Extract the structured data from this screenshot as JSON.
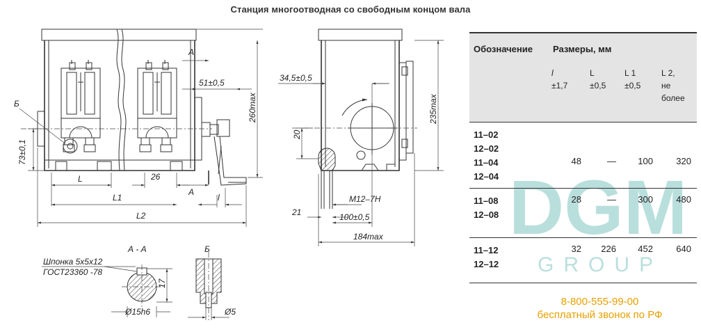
{
  "title": "Станция многоотводная со свободным концом вала",
  "table": {
    "col_designation": "Обозначение",
    "col_sizes": "Размеры, мм",
    "subheaders": [
      {
        "name": "l",
        "tol": "±1,7"
      },
      {
        "name": "L",
        "tol": "±0,5"
      },
      {
        "name": "L 1",
        "tol": "±0,5"
      },
      {
        "name": "L 2,",
        "tol": "не более"
      }
    ],
    "rows": [
      {
        "codes": [
          "11–02",
          "12–02",
          "11–04",
          "12–04"
        ],
        "l": "48",
        "L": "—",
        "L1": "100",
        "L2": "320"
      },
      {
        "codes": [
          "11–08",
          "12–08"
        ],
        "l": "28",
        "L": "—",
        "L1": "300",
        "L2": "480"
      },
      {
        "codes": [
          "11–12",
          "12–12"
        ],
        "l": "32",
        "L": "226",
        "L1": "452",
        "L2": "640"
      }
    ]
  },
  "drawing_labels": {
    "b_left": "Б",
    "dim_73": "73±0,1",
    "a_top": "А",
    "a_bottom": "А",
    "dim_51": "51±0,5",
    "dim_260": "260max",
    "dim_L": "L",
    "dim_26": "26",
    "dim_L1": "L1",
    "dim_l": "l",
    "dim_L2": "L2",
    "dim_345": "34,5±0,5",
    "dim_235": "235max",
    "dim_20": "20",
    "dim_21": "21",
    "dim_m12": "M12–7H",
    "dim_100": "100±0,5",
    "dim_184": "184max",
    "section_aa": "А - А",
    "key_line1": "Шпонка 5х5х12",
    "key_line2": "ГОСТ23360 -78",
    "dim_17": "17",
    "dim_15h6": "Ø15h6",
    "section_b": "Б",
    "dim_5": "Ø5"
  },
  "watermark": {
    "big": "DGM",
    "small": "GROUP",
    "color": "#3aa6a0"
  },
  "contact": {
    "phone": "8-800-555-99-00",
    "note": "бесплатный звонок по РФ",
    "color": "#e6a000"
  }
}
